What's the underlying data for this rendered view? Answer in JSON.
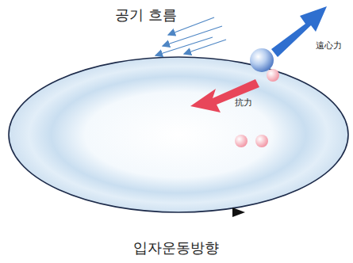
{
  "diagram": {
    "labels": [
      "공기 흐름",
      "遠心力",
      "抗力",
      "입자운동방향"
    ]
  }
}
